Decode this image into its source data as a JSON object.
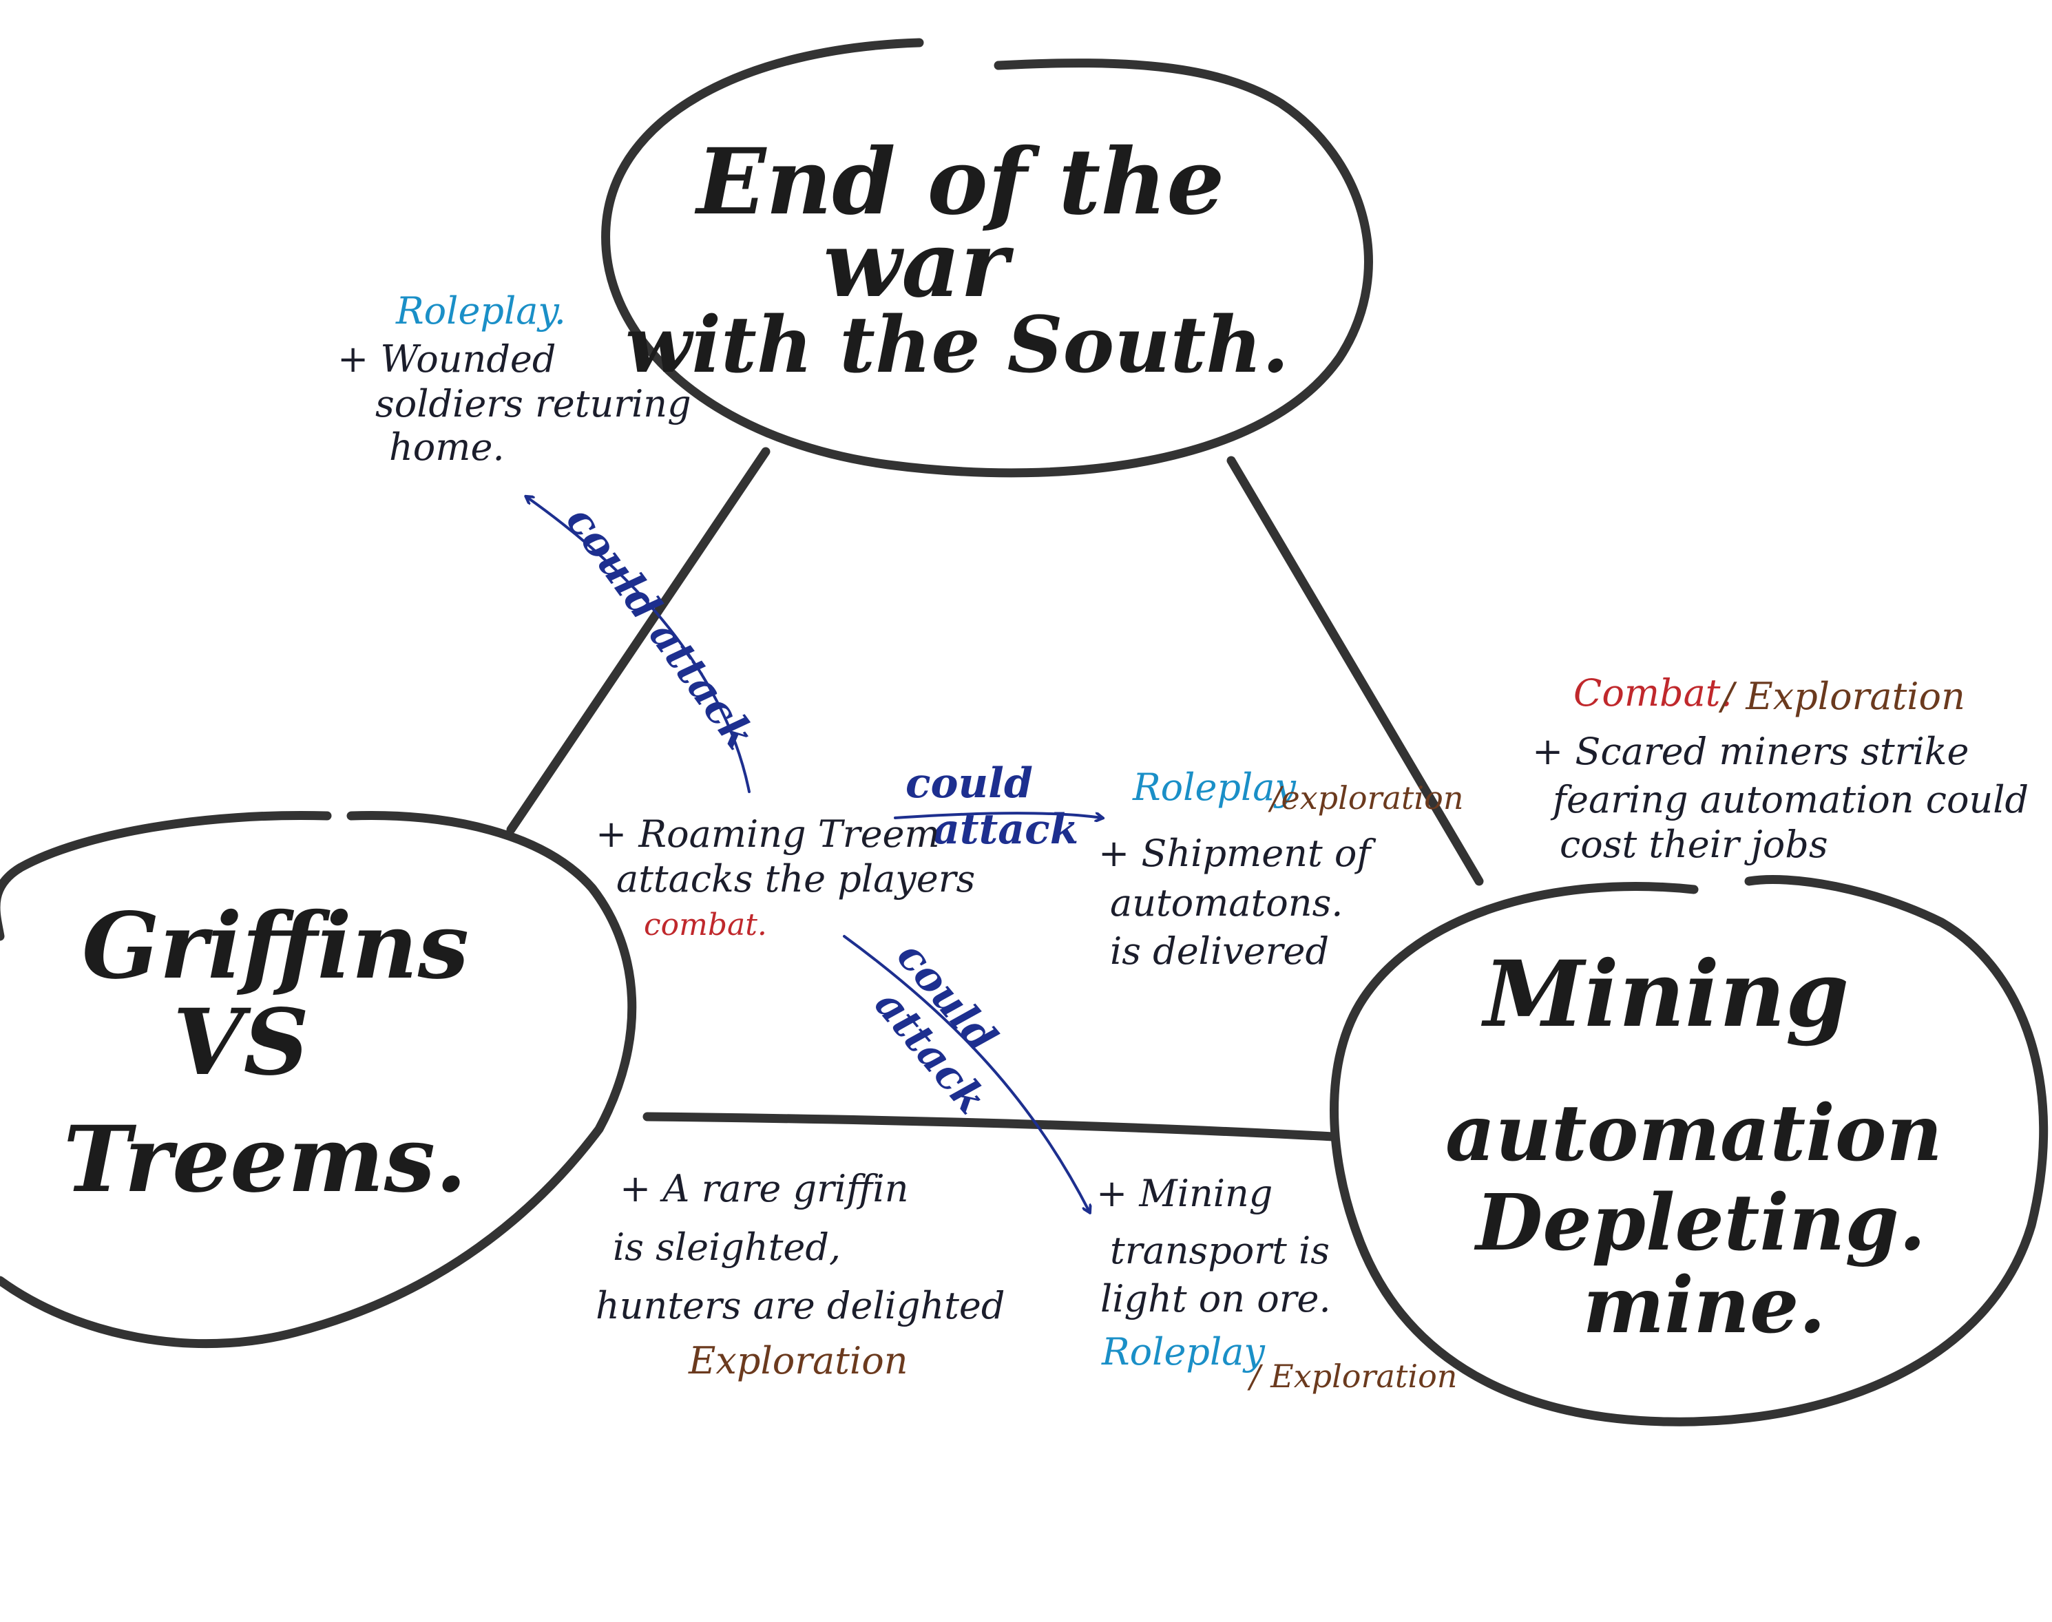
{
  "colors": {
    "ink": "#333333",
    "arrow": "#1d2f8f",
    "roleplay": "#1a8fc7",
    "combat": "#c0282c",
    "exploration": "#6b3a1e"
  },
  "nodes": {
    "end_of_war": {
      "lines": [
        "End of the",
        "war",
        "with the South."
      ]
    },
    "griffins_vs_treems": {
      "lines": [
        "Griffins",
        "VS",
        "Treems."
      ]
    },
    "mining_automation": {
      "lines": [
        "Mining",
        "automation",
        "Depleting.",
        "mine."
      ]
    }
  },
  "notes": {
    "wounded": {
      "tag": "Roleplay.",
      "lines": [
        "+ Wounded",
        "soldiers returing",
        "home."
      ]
    },
    "roaming": {
      "lines": [
        "+ Roaming Treem",
        "attacks the players"
      ],
      "tag": "combat."
    },
    "shipment": {
      "tag_a": "Roleplay",
      "tag_b": "/exploration",
      "lines": [
        "+ Shipment of",
        "automatons.",
        "is delivered"
      ]
    },
    "miners": {
      "tag_a": "Combat.",
      "tag_b": "/ Exploration",
      "lines": [
        "+ Scared miners strike",
        "fearing automation could",
        "cost their jobs"
      ]
    },
    "griffin": {
      "lines": [
        "+ A rare griffin",
        "is sleighted,",
        "hunters are delighted"
      ],
      "tag": "Exploration"
    },
    "transport": {
      "lines": [
        "+ Mining",
        "transport is",
        "light on ore."
      ],
      "tag_a": "Roleplay",
      "tag_b": "/ Exploration"
    }
  },
  "edge_labels": {
    "to_wounded": "could attack",
    "to_shipment_1": "could",
    "to_shipment_2": "attack",
    "to_transport_1": "could",
    "to_transport_2": "attack"
  }
}
